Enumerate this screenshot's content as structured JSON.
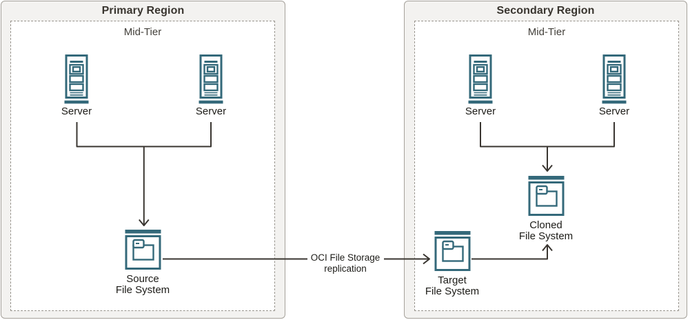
{
  "palette": {
    "icon_teal": "#34697a",
    "connector": "#393530",
    "region_fill": "#f3f2f0",
    "region_border": "#a5a19a",
    "dotted_border": "#97938c",
    "title_text": "#39352f",
    "label_text": "#1c1b17",
    "midtier_text": "#43403b"
  },
  "icons": {
    "server": "server-tower-icon",
    "file_system": "file-system-window-folder-icon"
  },
  "primary_region": {
    "title": "Primary Region",
    "midtier_label": "Mid-Tier",
    "servers": [
      {
        "label": "Server"
      },
      {
        "label": "Server"
      }
    ],
    "source_file_system": {
      "line1": "Source",
      "line2": "File System"
    }
  },
  "secondary_region": {
    "title": "Secondary Region",
    "midtier_label": "Mid-Tier",
    "servers": [
      {
        "label": "Server"
      },
      {
        "label": "Server"
      }
    ],
    "target_file_system": {
      "line1": "Target",
      "line2": "File System"
    },
    "cloned_file_system": {
      "line1": "Cloned",
      "line2": "File System"
    }
  },
  "replication_label": {
    "line1": "OCI File Storage",
    "line2": "replication"
  }
}
